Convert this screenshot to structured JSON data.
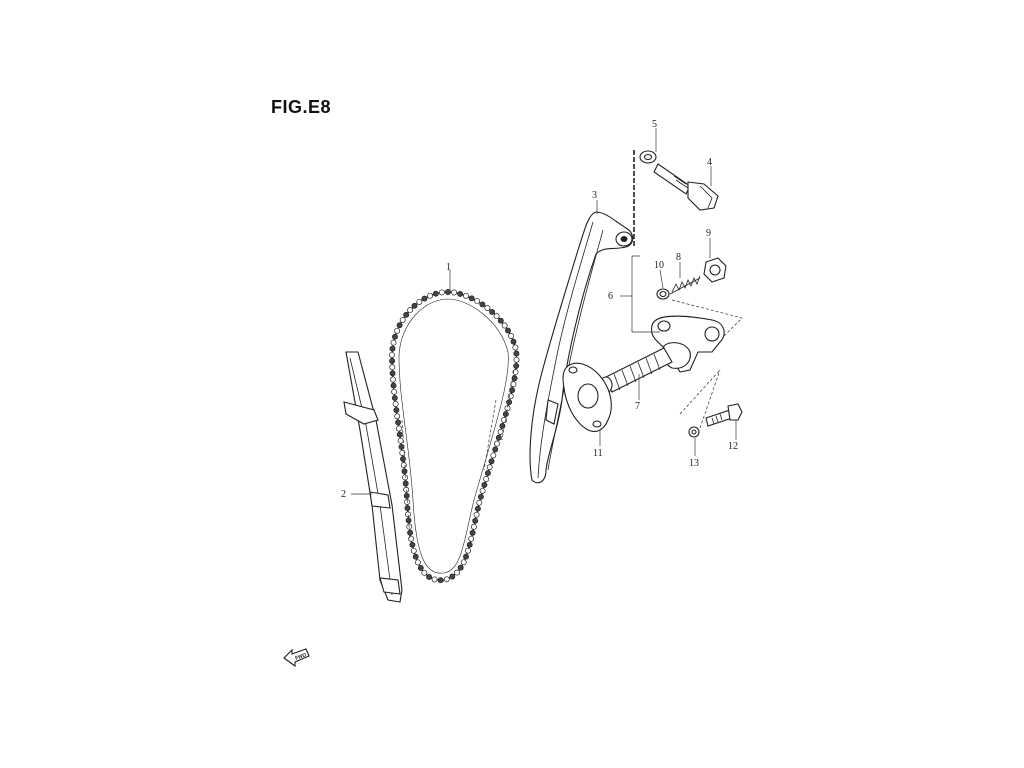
{
  "figure": {
    "title": "FIG.E8"
  },
  "callouts": [
    "1",
    "2",
    "3",
    "4",
    "5",
    "6",
    "7",
    "8",
    "9",
    "10",
    "11",
    "12",
    "13"
  ],
  "front_marker": {
    "label": "FWD",
    "icon": "front-direction-arrow-icon"
  }
}
